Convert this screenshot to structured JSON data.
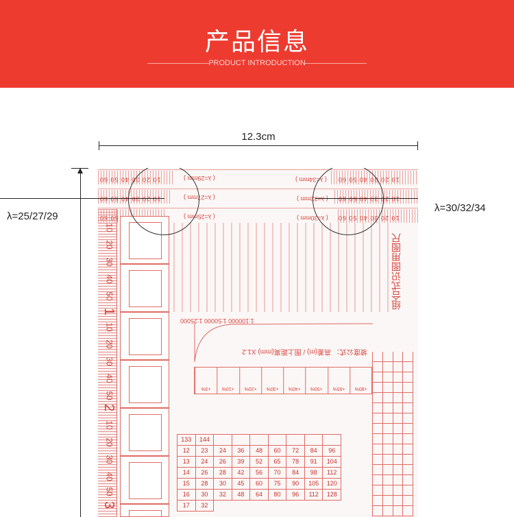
{
  "banner": {
    "title": "产品信息",
    "subtitle": "PRODUCT INTRODUCTION",
    "color": "#ee3b30"
  },
  "dimension": {
    "width_label": "12.3cm"
  },
  "labels": {
    "left": "λ=25/27/29",
    "right": "λ=30/32/34"
  },
  "ruler": {
    "title": "组合式识图用图尺",
    "scale_numbers": "10 20 30 40 50 60",
    "lambda_marks": [
      "( λ=29mm )",
      "( λ=27mm )",
      "( λ=25mm )",
      "( λ=34mm )",
      "( λ=32mm )",
      "( λ=30mm )"
    ],
    "vertical_numbers": [
      "10",
      "20",
      "30",
      "40",
      "50",
      "1",
      "10",
      "20",
      "30",
      "40",
      "50",
      "2",
      "10",
      "20",
      "30",
      "40",
      "50",
      "3"
    ],
    "scales_row": "1:100000  1:50000  1:25000",
    "formula": "坡度公式： 高差(m) / 图上距离(mm) X1.2",
    "percent_row": [
      "+3%",
      "+10%",
      "+20%",
      "+30%",
      "+40%",
      "+50%",
      "+65%",
      "+80%"
    ],
    "grid_values": [
      "133",
      "144",
      "",
      "",
      "",
      "",
      "",
      "",
      "",
      "12",
      "23",
      "24",
      "36",
      "48",
      "60",
      "72",
      "84",
      "96",
      "13",
      "24",
      "26",
      "39",
      "52",
      "65",
      "78",
      "91",
      "104",
      "14",
      "26",
      "28",
      "42",
      "56",
      "70",
      "84",
      "98",
      "112",
      "15",
      "28",
      "30",
      "45",
      "60",
      "75",
      "90",
      "105",
      "120",
      "16",
      "30",
      "32",
      "48",
      "64",
      "80",
      "96",
      "112",
      "128",
      "17",
      "32"
    ]
  }
}
